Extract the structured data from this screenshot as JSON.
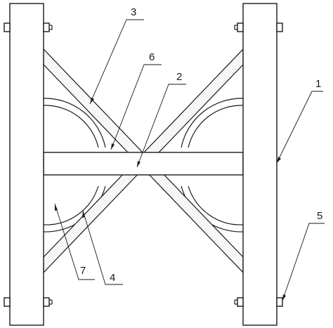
{
  "diagram": {
    "colors": {
      "line": "#1a1a1a",
      "background": "#ffffff",
      "stipple": "#9a9a9a"
    },
    "callouts": [
      {
        "id": "c1",
        "label": "1"
      },
      {
        "id": "c2",
        "label": "2"
      },
      {
        "id": "c3",
        "label": "3"
      },
      {
        "id": "c4",
        "label": "4"
      },
      {
        "id": "c5",
        "label": "5"
      },
      {
        "id": "c6",
        "label": "6"
      },
      {
        "id": "c7",
        "label": "7"
      }
    ]
  }
}
